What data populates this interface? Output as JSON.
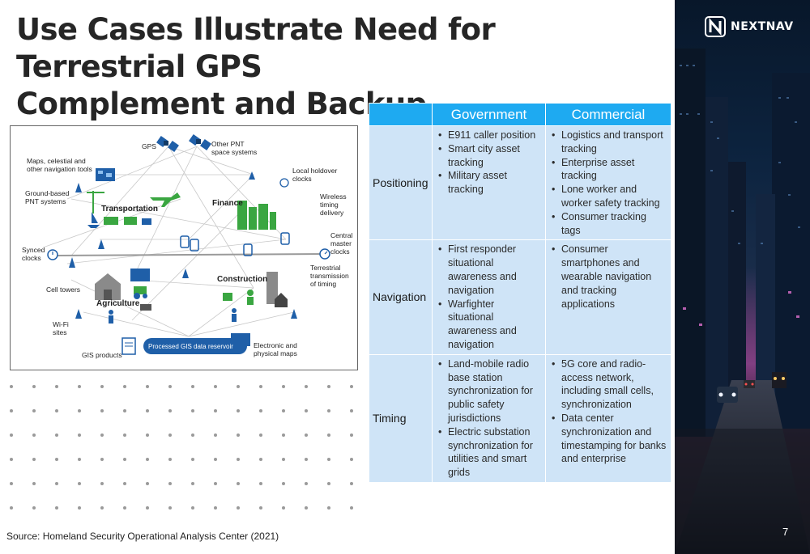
{
  "title": {
    "line1": "Use Cases Illustrate Need for Terrestrial GPS",
    "line2": "Complement and Backup"
  },
  "brand": {
    "logo_text": "NEXTNAV",
    "logo_icon": "nextnav-n-logo-icon"
  },
  "page_number": "7",
  "source": "Source: Homeland Security Operational Analysis Center (2021)",
  "diagram": {
    "labels": {
      "gps": "GPS",
      "other_pnt": "Other PNT\nspace systems",
      "maps_celestial": "Maps, celestial and\nother navigation tools",
      "local_holdover": "Local holdover\nclocks",
      "ground_pnt": "Ground-based\nPNT systems",
      "transportation": "Transportation",
      "finance": "Finance",
      "wireless_timing": "Wireless\ntiming\ndelivery",
      "central_master": "Central\nmaster\nclocks",
      "synced_clocks": "Synced\nclocks",
      "terrestrial_timing": "Terrestrial\ntransmission\nof timing",
      "construction": "Construction",
      "cell_towers": "Cell towers",
      "agriculture": "Agriculture",
      "wifi_sites": "Wi-Fi\nsites",
      "gis_reservoir": "Processed GIS data reservoir",
      "gis_products": "GIS products",
      "electronic_maps": "Electronic and\nphysical maps"
    }
  },
  "table": {
    "headers": [
      "Government",
      "Commercial"
    ],
    "rows": [
      {
        "label": "Positioning",
        "government": [
          "E911 caller position",
          "Smart city asset tracking",
          "Military asset tracking"
        ],
        "commercial": [
          "Logistics and transport tracking",
          "Enterprise asset tracking",
          "Lone worker and worker safety tracking",
          "Consumer tracking tags"
        ]
      },
      {
        "label": "Navigation",
        "government": [
          "First responder situational awareness and navigation",
          "Warfighter situational awareness and navigation"
        ],
        "commercial": [
          "Consumer smartphones and wearable navigation and tracking applications"
        ]
      },
      {
        "label": "Timing",
        "government": [
          "Land-mobile radio base station synchronization for public safety jurisdictions",
          "Electric substation synchronization for utilities and smart grids"
        ],
        "commercial": [
          "5G core and radio-access network, including small cells, synchronization",
          "Data center synchronization and timestamping for banks and enterprise"
        ]
      }
    ]
  },
  "colors": {
    "header_blue": "#1eaaf1",
    "cell_blue": "#cfe4f7",
    "diagram_blue": "#1f5fa8",
    "diagram_green": "#3aa641"
  }
}
